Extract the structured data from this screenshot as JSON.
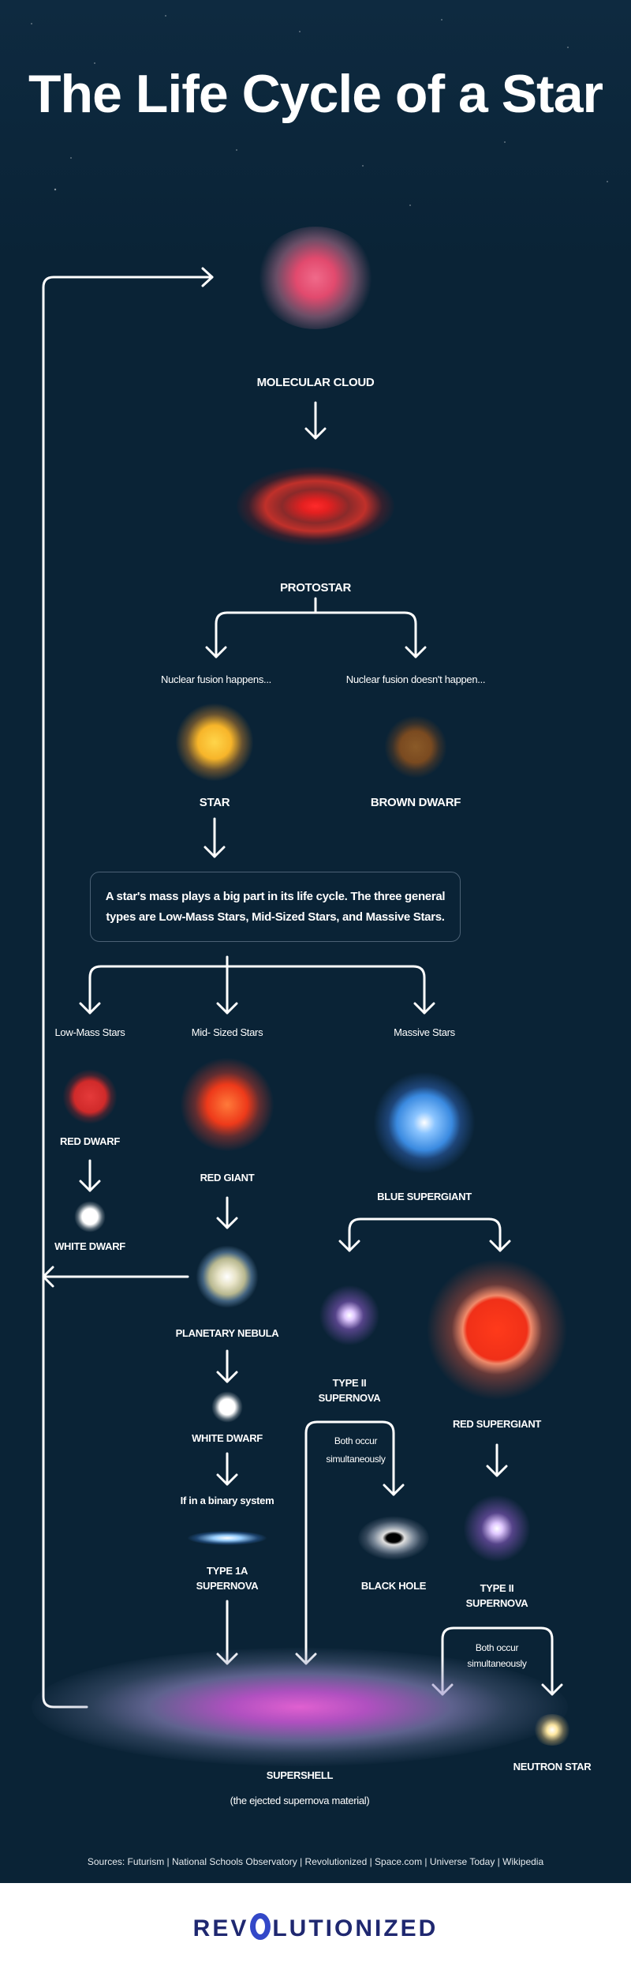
{
  "title": "The Life Cycle of a Star",
  "stages": {
    "molecular_cloud": "MOLECULAR CLOUD",
    "protostar": "PROTOSTAR",
    "fusion_yes": "Nuclear fusion happens...",
    "fusion_no": "Nuclear fusion doesn't happen...",
    "star": "STAR",
    "brown_dwarf": "BROWN DWARF",
    "mass_note": "A star's mass plays a big part in its life cycle. The three general types are Low-Mass Stars, Mid-Sized Stars, and Massive Stars.",
    "low_mass": "Low-Mass Stars",
    "mid_sized": "Mid- Sized Stars",
    "massive": "Massive Stars",
    "red_dwarf": "RED DWARF",
    "white_dwarf_low": "WHITE DWARF",
    "red_giant": "RED GIANT",
    "planetary_nebula": "PLANETARY NEBULA",
    "white_dwarf_mid": "WHITE DWARF",
    "binary": "If in a binary system",
    "type1a_1": "TYPE 1A",
    "type1a_2": "SUPERNOVA",
    "blue_supergiant": "BLUE SUPERGIANT",
    "type2_left_1": "TYPE II",
    "type2_left_2": "SUPERNOVA",
    "both_left_1": "Both occur",
    "both_left_2": "simultaneously",
    "black_hole": "BLACK HOLE",
    "red_supergiant": "RED SUPERGIANT",
    "type2_right_1": "TYPE II",
    "type2_right_2": "SUPERNOVA",
    "both_right_1": "Both occur",
    "both_right_2": "simultaneously",
    "neutron_star": "NEUTRON STAR",
    "supershell": "SUPERSHELL",
    "supershell_note": "(the ejected supernova material)"
  },
  "sources": "Sources: Futurism | National Schools Observatory | Revolutionized | Space.com | Universe Today | Wikipedia",
  "logo": {
    "left": "REV",
    "right": "LUTIONIZED"
  },
  "colors": {
    "background": "#0a2336",
    "logo": "#1f2870"
  }
}
